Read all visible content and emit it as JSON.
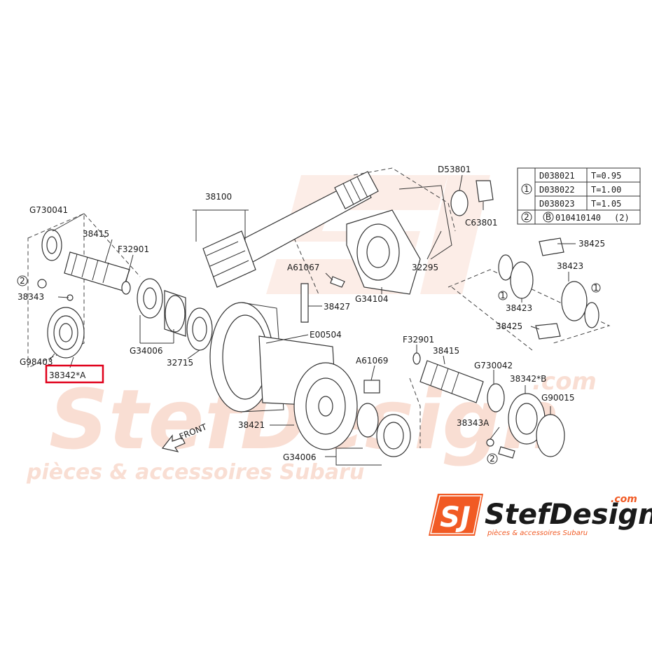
{
  "watermark": {
    "word": "StefDesign",
    "suffix": ".com",
    "tagline": "pièces & accessoires Subaru",
    "color": "#f6c9b8"
  },
  "logo": {
    "mark": "SJ",
    "name": "StefDesign",
    "suffix": ".com",
    "tagline": "pièces & accessoires Subaru",
    "accent": "#f15a24"
  },
  "front_label": "FRONT",
  "highlight_color": "#e0001b",
  "labels": {
    "p38100": "38100",
    "pG730041": "G730041",
    "p38415a": "38415",
    "pF32901a": "F32901",
    "p38343": "38343",
    "pG98403": "G98403",
    "p38342A": "38342*A",
    "pG34006a": "G34006",
    "p32715": "32715",
    "p38427": "38427",
    "pE00504": "E00504",
    "pA61067": "A61067",
    "pG34104": "G34104",
    "p32295": "32295",
    "pD53801": "D53801",
    "pC63801": "C63801",
    "p38425a": "38425",
    "p38423a": "38423",
    "p38423b": "38423",
    "p38425b": "38425",
    "pF32901b": "F32901",
    "p38415b": "38415",
    "pA61069": "A61069",
    "pG730042": "G730042",
    "p38342B": "38342*B",
    "pG90015": "G90015",
    "p38343A": "38343A",
    "p38421": "38421",
    "pG34006b": "G34006"
  },
  "callouts": {
    "c1": "1",
    "c2": "2",
    "cB": "B"
  },
  "spec_table": {
    "rows": [
      {
        "ref": "1",
        "part": "D038021",
        "value": "T=0.95"
      },
      {
        "ref": "",
        "part": "D038022",
        "value": "T=1.00"
      },
      {
        "ref": "",
        "part": "D038023",
        "value": "T=1.05"
      }
    ],
    "row2": {
      "ref": "2",
      "mark": "B",
      "part": "010410140",
      "qty": "(2)"
    }
  }
}
